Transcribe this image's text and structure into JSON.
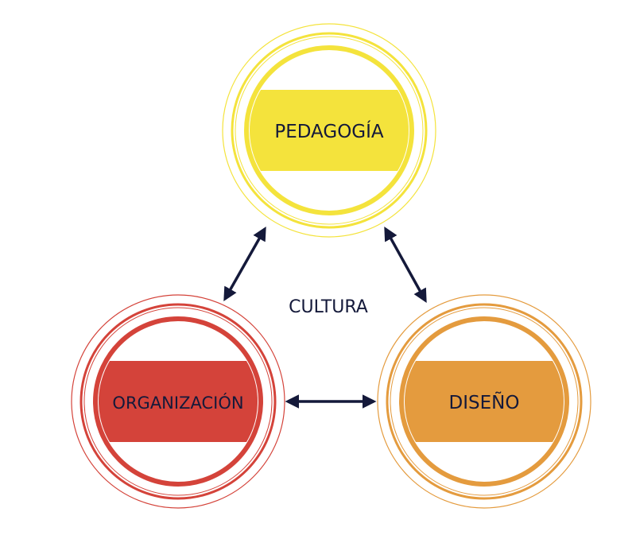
{
  "center_label": "CULTURA",
  "nodes": [
    {
      "label": "PEDAGOGÍA",
      "color": "#f4e33c"
    },
    {
      "label": "ORGANIZACIÓN",
      "color": "#d4433a"
    },
    {
      "label": "DISEÑO",
      "color": "#e49b3e"
    }
  ],
  "arrow_color": "#14193a"
}
